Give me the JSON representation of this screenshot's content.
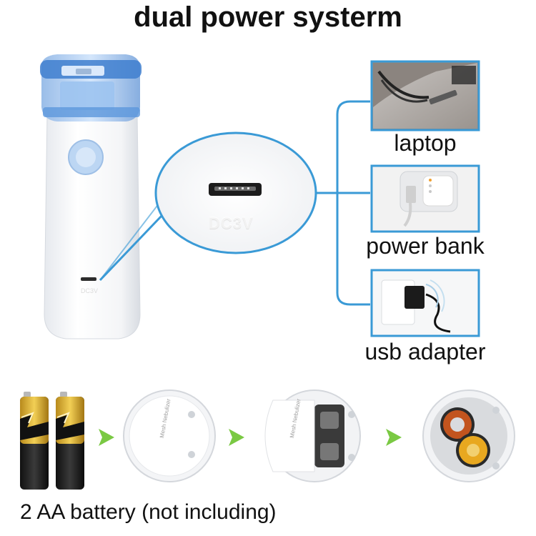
{
  "title": "dual power systerm",
  "device": {
    "port_label": "DC3V"
  },
  "sources": [
    {
      "label": "laptop",
      "icon": "laptop-icon"
    },
    {
      "label": "power bank",
      "icon": "power-bank-icon"
    },
    {
      "label": "usb adapter",
      "icon": "usb-adapter-icon"
    }
  ],
  "battery": {
    "caption": "2 AA battery (not including)",
    "pack_label": "Mesh Nebulizer"
  },
  "colors": {
    "accent_blue": "#3a9ad6",
    "arrow_green": "#7ac943",
    "device_blue": "#4a90d9"
  }
}
